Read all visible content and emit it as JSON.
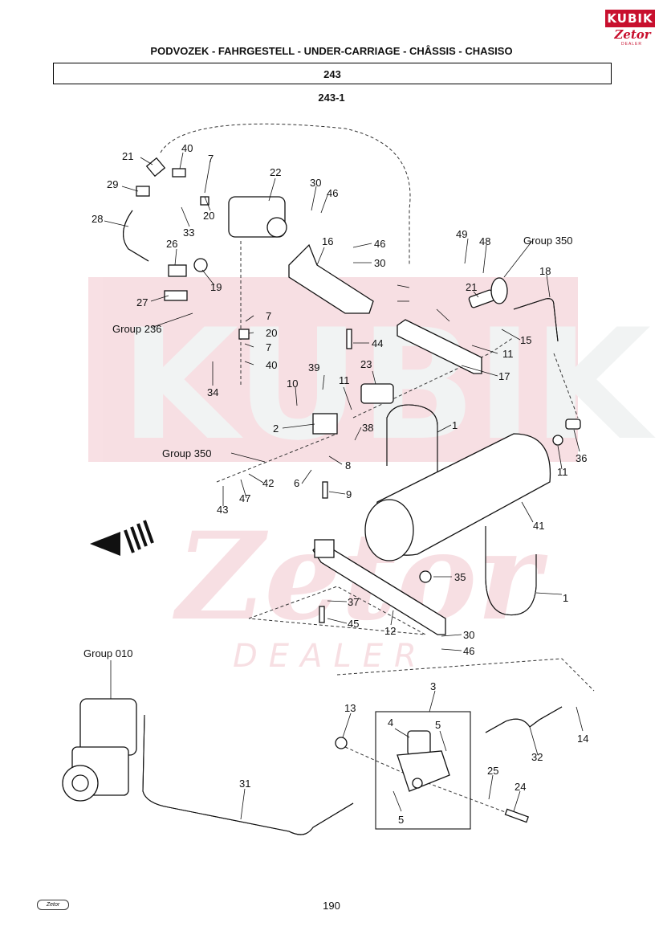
{
  "header": {
    "title": "PODVOZEK - FAHRGESTELL - UNDER-CARRIAGE - CHÂSSIS - CHASISO",
    "group_number": "243",
    "figure_number": "243-1"
  },
  "logo": {
    "brand": "KUBIK",
    "maker": "Zetor",
    "tag": "DEALER"
  },
  "watermark": {
    "text": "KUBIK",
    "maker": "Zetor",
    "tag": "DEALER"
  },
  "footer": {
    "page": "190",
    "logo": "Zetor"
  },
  "callouts": [
    "21",
    "40",
    "7",
    "29",
    "22",
    "30",
    "46",
    "28",
    "20",
    "33",
    "16",
    "49",
    "48",
    "Group 350",
    "18",
    "26",
    "19",
    "46",
    "30",
    "21",
    "27",
    "7",
    "Group 236",
    "20",
    "15",
    "7",
    "44",
    "11",
    "40",
    "17",
    "34",
    "39",
    "11",
    "23",
    "10",
    "1",
    "2",
    "38",
    "36",
    "Group 350",
    "11",
    "8",
    "42",
    "6",
    "47",
    "9",
    "43",
    "41",
    "35",
    "1",
    "37",
    "45",
    "12",
    "30",
    "46",
    "Group 010",
    "3",
    "13",
    "4",
    "5",
    "14",
    "32",
    "25",
    "24",
    "31",
    "5"
  ]
}
